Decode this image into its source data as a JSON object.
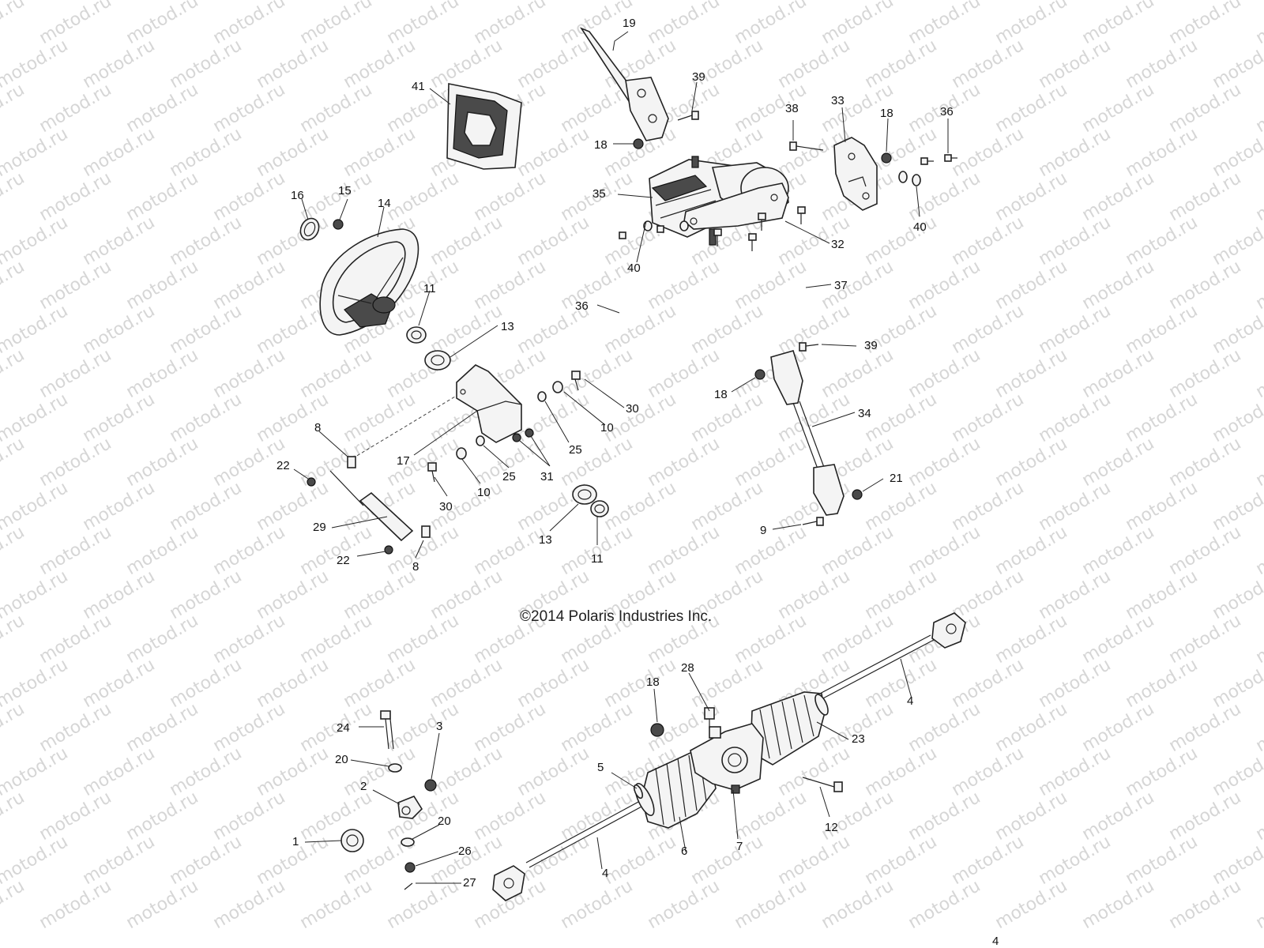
{
  "watermark": "motod.ru",
  "copyright": "©2014 Polaris Industries Inc.",
  "page_number": "4",
  "callouts": {
    "c1": "1",
    "c2": "2",
    "c3": "3",
    "c4a": "4",
    "c4b": "4",
    "c5": "5",
    "c6": "6",
    "c7": "7",
    "c8a": "8",
    "c8b": "8",
    "c9": "9",
    "c10a": "10",
    "c10b": "10",
    "c11a": "11",
    "c11b": "11",
    "c12": "12",
    "c13a": "13",
    "c13b": "13",
    "c14": "14",
    "c15": "15",
    "c16": "16",
    "c17": "17",
    "c18a": "18",
    "c18b": "18",
    "c18c": "18",
    "c18d": "18",
    "c19": "19",
    "c20a": "20",
    "c20b": "20",
    "c21": "21",
    "c22a": "22",
    "c22b": "22",
    "c23": "23",
    "c24": "24",
    "c25a": "25",
    "c25b": "25",
    "c26": "26",
    "c27": "27",
    "c28": "28",
    "c29": "29",
    "c30a": "30",
    "c30b": "30",
    "c31": "31",
    "c32": "32",
    "c33": "33",
    "c34": "34",
    "c35": "35",
    "c36a": "36",
    "c36b": "36",
    "c37": "37",
    "c38": "38",
    "c39a": "39",
    "c39b": "39",
    "c40a": "40",
    "c40b": "40",
    "c41": "41"
  }
}
